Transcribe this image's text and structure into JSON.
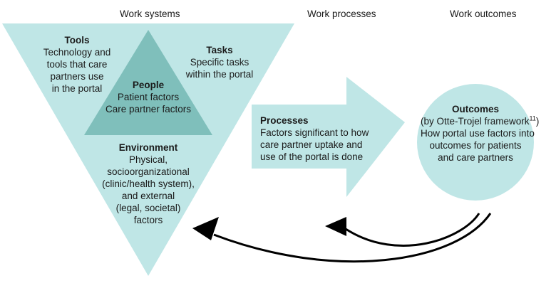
{
  "headers": {
    "work_systems": "Work systems",
    "work_processes": "Work processes",
    "work_outcomes": "Work outcomes"
  },
  "tools": {
    "title": "Tools",
    "lines": [
      "Technology and",
      "tools that care",
      "partners use",
      "in the portal"
    ]
  },
  "tasks": {
    "title": "Tasks",
    "lines": [
      "Specific tasks",
      "within the portal"
    ]
  },
  "people": {
    "title": "People",
    "lines": [
      "Patient factors",
      "Care partner factors"
    ]
  },
  "environment": {
    "title": "Environment",
    "lines": [
      "Physical,",
      "socioorganizational",
      "(clinic/health system),",
      "and external",
      "(legal, societal)",
      "factors"
    ]
  },
  "processes": {
    "title": "Processes",
    "lines": [
      "Factors significant to how",
      "care partner uptake and",
      "use of the portal is done"
    ]
  },
  "outcomes": {
    "title": "Outcomes",
    "citation_prefix": "(by Otte-Trojel framework",
    "citation_ref": "11",
    "citation_suffix": ")",
    "lines": [
      "How portal use factors into",
      "outcomes for patients",
      "and care partners"
    ]
  },
  "colors": {
    "light_teal": "#bfe6e6",
    "dark_teal": "#7fbfbb",
    "arrow_black": "#000000"
  }
}
